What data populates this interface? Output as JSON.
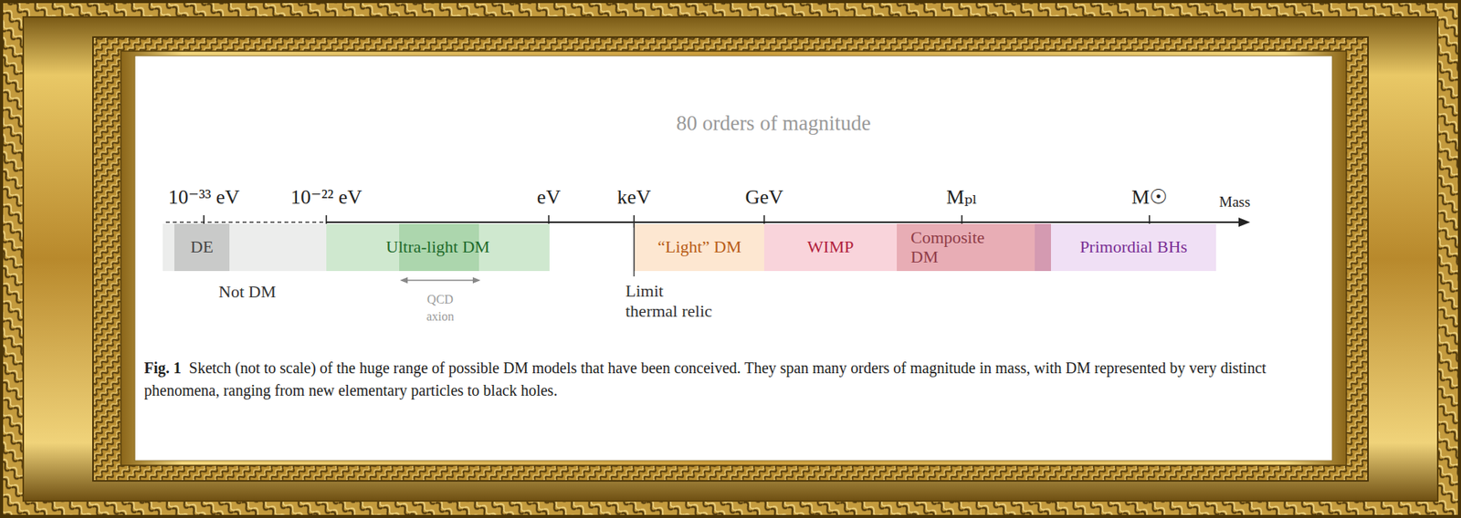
{
  "diagram": {
    "title": "80 orders of magnitude",
    "caption": "Sketch (not to scale) of the huge range of possible DM models that have been conceived. They span many orders of magnitude in mass, with DM represented by very distinct phenomena, ranging from new elementary particles to black holes.",
    "nodes": [
      {
        "text": [
          "Not DM"
        ]
      },
      {
        "text": [
          "DE"
        ],
        "in": 0
      },
      {
        "text": [
          "Ultra-light DM"
        ]
      },
      {
        "text": [
          "“Light” DM"
        ]
      },
      {
        "text": [
          "WIMP"
        ]
      },
      {
        "text": [
          "Composite DM"
        ]
      },
      {
        "text": [
          "Primordial BHs"
        ]
      }
    ],
    "labels": [
      "10⁻³³ eV",
      "10⁻²² eV",
      "eV",
      "keV",
      "GeV",
      "Mₚₗ",
      "M☉",
      "Mass",
      "QCD axion",
      "Limit thermal relic",
      "Fig. 1"
    ]
  }
}
